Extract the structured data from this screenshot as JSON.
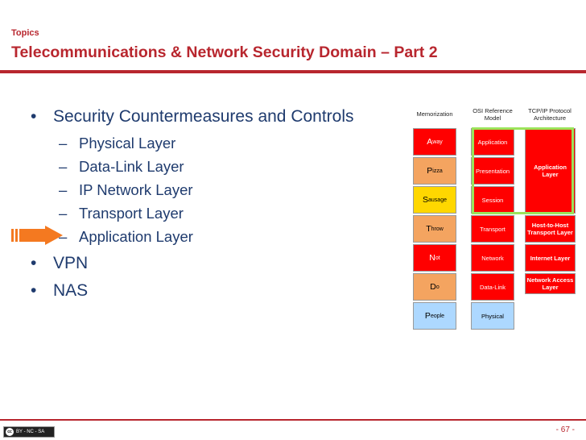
{
  "header": {
    "topics_label": "Topics",
    "title": "Telecommunications & Network Security Domain – Part 2"
  },
  "bullets": {
    "main": "Security Countermeasures and Controls",
    "sub": [
      "Physical Layer",
      "Data-Link Layer",
      "IP Network Layer",
      "Transport Layer",
      "Application Layer"
    ],
    "vpn": "VPN",
    "nas": "NAS",
    "bullet_glyph": "•",
    "dash_glyph": "–"
  },
  "table": {
    "headers": {
      "memorization": "Memorization",
      "osi": "OSI Reference Model",
      "tcpip": "TCP/IP Protocol Architecture"
    },
    "mnemonic": [
      {
        "initial": "A",
        "rest": "way"
      },
      {
        "initial": "P",
        "rest": "izza"
      },
      {
        "initial": "S",
        "rest": "ausage"
      },
      {
        "initial": "T",
        "rest": "hrow"
      },
      {
        "initial": "N",
        "rest": "ot"
      },
      {
        "initial": "D",
        "rest": "o"
      },
      {
        "initial": "P",
        "rest": "eople"
      }
    ],
    "osi_layers": [
      "Application",
      "Presentation",
      "Session",
      "Transport",
      "Network",
      "Data-Link",
      "Physical"
    ],
    "tcpip_layers": [
      "Application Layer",
      "Host-to-Host Transport Layer",
      "Internet Layer",
      "Network Access Layer"
    ]
  },
  "footer": {
    "page_number": "- 67 -",
    "license": "BY - NC - SA",
    "cc_symbol": "cc"
  },
  "colors": {
    "accent": "#b8262e",
    "text": "#1f3b6e",
    "arrow": "#f47920",
    "highlight": "#9be35a"
  }
}
